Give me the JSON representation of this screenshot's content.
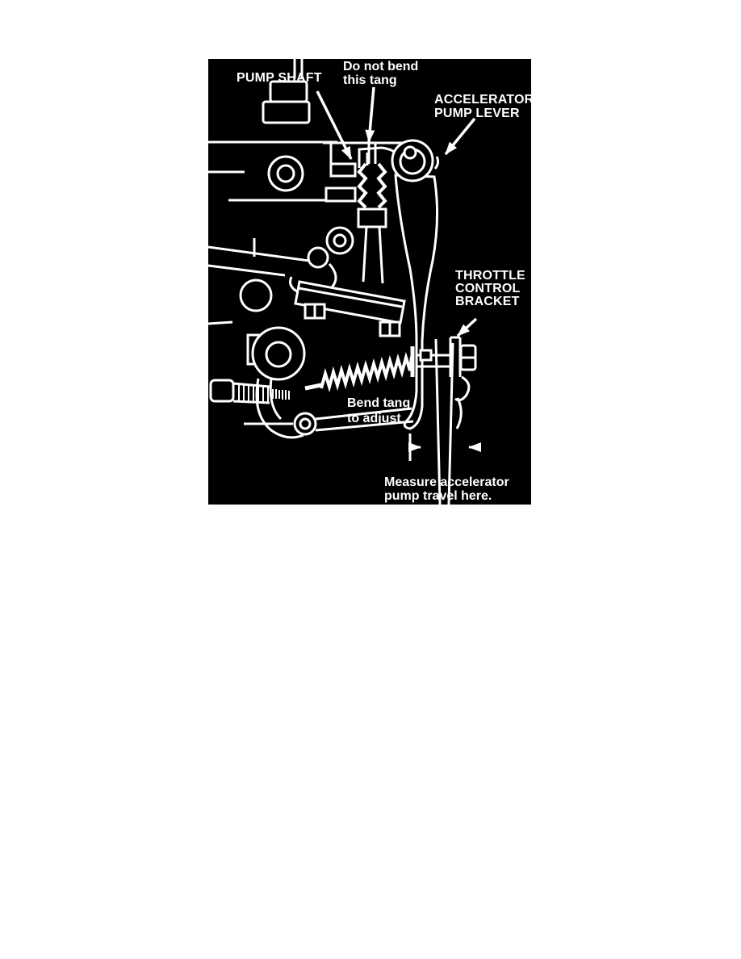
{
  "figure": {
    "description": "Carburetor accelerator pump adjustment diagram, white line art on black",
    "colors": {
      "background": "#000000",
      "line": "#ffffff",
      "page": "#ffffff"
    },
    "labels": {
      "pump_shaft": "PUMP SHAFT",
      "do_not_bend": "Do not bend\nthis tang",
      "accelerator_pump_lever": "ACCELERATOR\nPUMP LEVER",
      "throttle_control_bracket": "THROTTLE\nCONTROL\nBRACKET",
      "bend_tang": "Bend tang\nto adjust",
      "measure": "Measure accelerator\npump travel here."
    }
  }
}
